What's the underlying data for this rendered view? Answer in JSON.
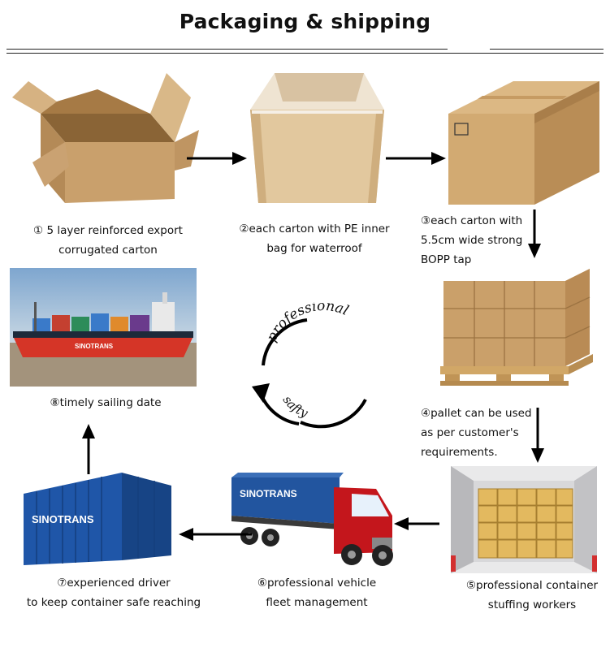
{
  "title": "Packaging & shipping",
  "steps": [
    {
      "line1": "① 5 layer reinforced export",
      "line2": "corrugated carton"
    },
    {
      "line1": "②each carton with PE inner",
      "line2": "bag for waterroof"
    },
    {
      "line1": "③each carton with",
      "line2": "5.5cm wide strong",
      "line3": "BOPP tap"
    },
    {
      "line1": "④pallet can be used",
      "line2": "as per customer's",
      "line3": "requirements."
    },
    {
      "line1": "⑤professional container",
      "line2": "stuffing workers"
    },
    {
      "line1": "⑥professional vehicle",
      "line2": "fleet management"
    },
    {
      "line1": "⑦experienced driver",
      "line2": "to keep container safe reaching"
    },
    {
      "line1": "⑧timely sailing date"
    }
  ],
  "center": {
    "top_word": "professional",
    "bottom_word": "safty"
  },
  "brand": {
    "ship": "SINOTRANS",
    "truck": "SINOTRANS",
    "container": "SINOTRANS"
  },
  "colors": {
    "cardboard": "#c9a06c",
    "container_blue": "#1f4f9c",
    "truck_red": "#c4161c",
    "text": "#111111"
  }
}
